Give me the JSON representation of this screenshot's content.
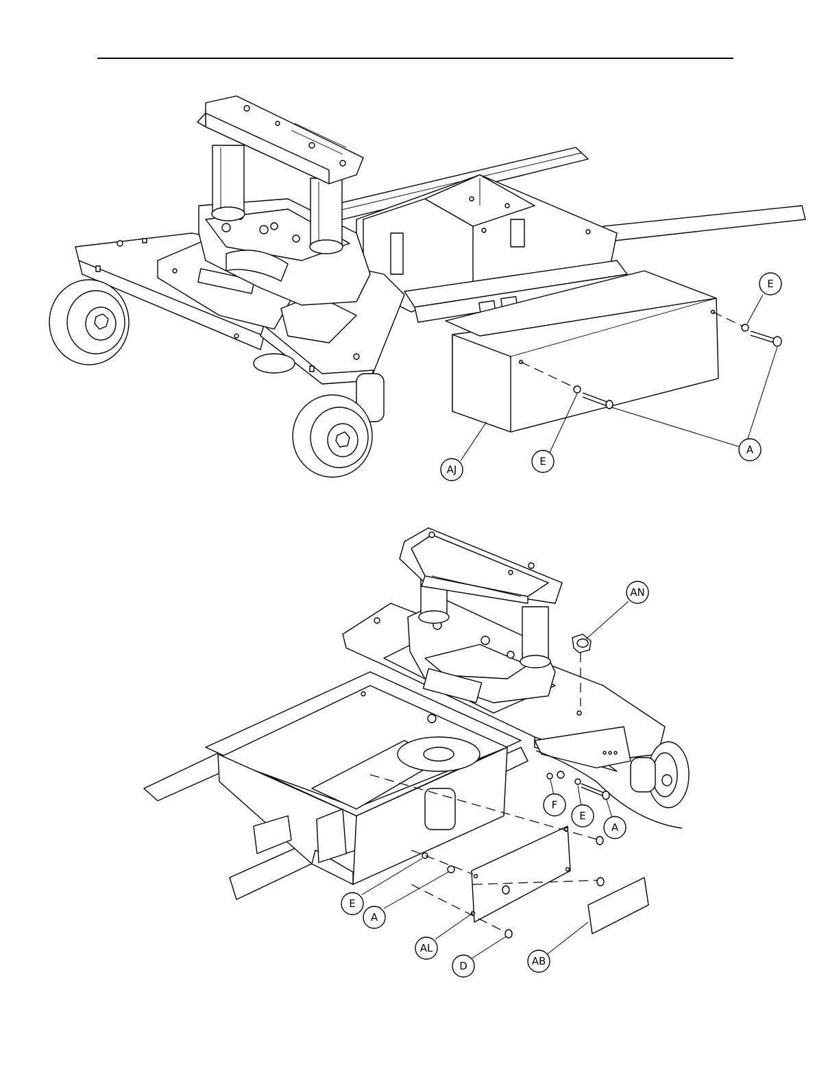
{
  "callouts": {
    "top": [
      {
        "id": "E",
        "label": "E"
      },
      {
        "id": "A",
        "label": "A"
      },
      {
        "id": "E2",
        "label": "E"
      },
      {
        "id": "AJ",
        "label": "AJ"
      }
    ],
    "bottom": [
      {
        "id": "AN",
        "label": "AN"
      },
      {
        "id": "F",
        "label": "F"
      },
      {
        "id": "E",
        "label": "E"
      },
      {
        "id": "A",
        "label": "A"
      },
      {
        "id": "E2",
        "label": "E"
      },
      {
        "id": "A2",
        "label": "A"
      },
      {
        "id": "AL",
        "label": "AL"
      },
      {
        "id": "D",
        "label": "D"
      },
      {
        "id": "AB",
        "label": "AB"
      }
    ]
  }
}
